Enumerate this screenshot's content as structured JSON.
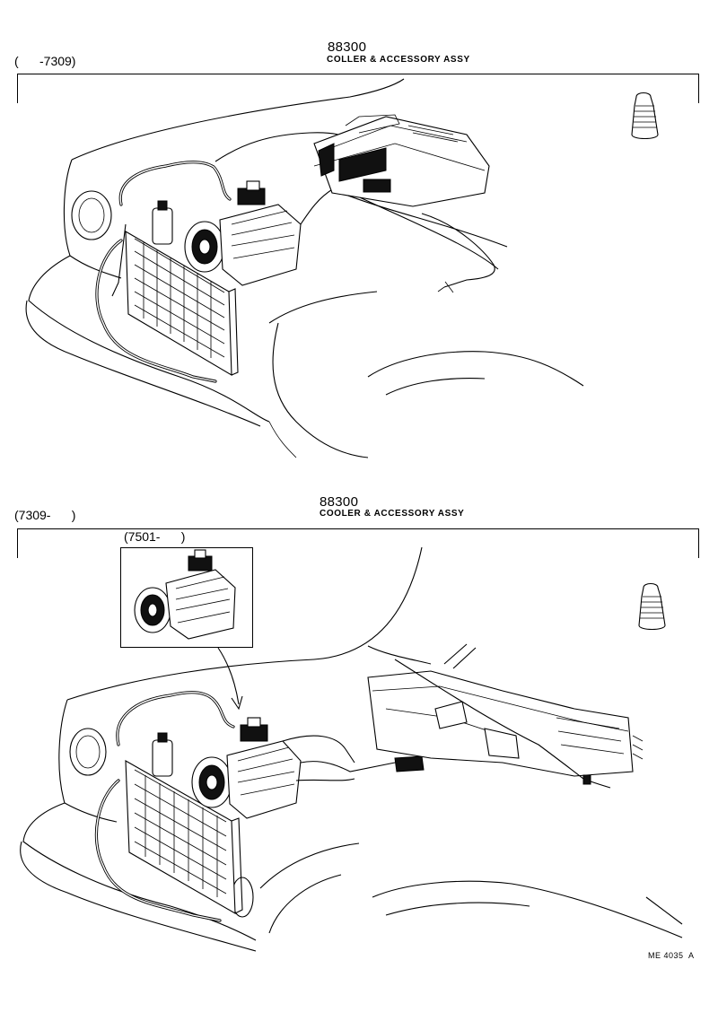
{
  "diagram": {
    "sections": [
      {
        "part_number": "88300",
        "description": "COLLER & ACCESSORY ASSY",
        "range": "(      -7309)"
      },
      {
        "part_number": "88300",
        "description": "COOLER & ACCESSORY ASSY",
        "range": "(7309-      )",
        "inset_range": "(7501-      )"
      }
    ],
    "figure_code": "ME 4035  A"
  }
}
